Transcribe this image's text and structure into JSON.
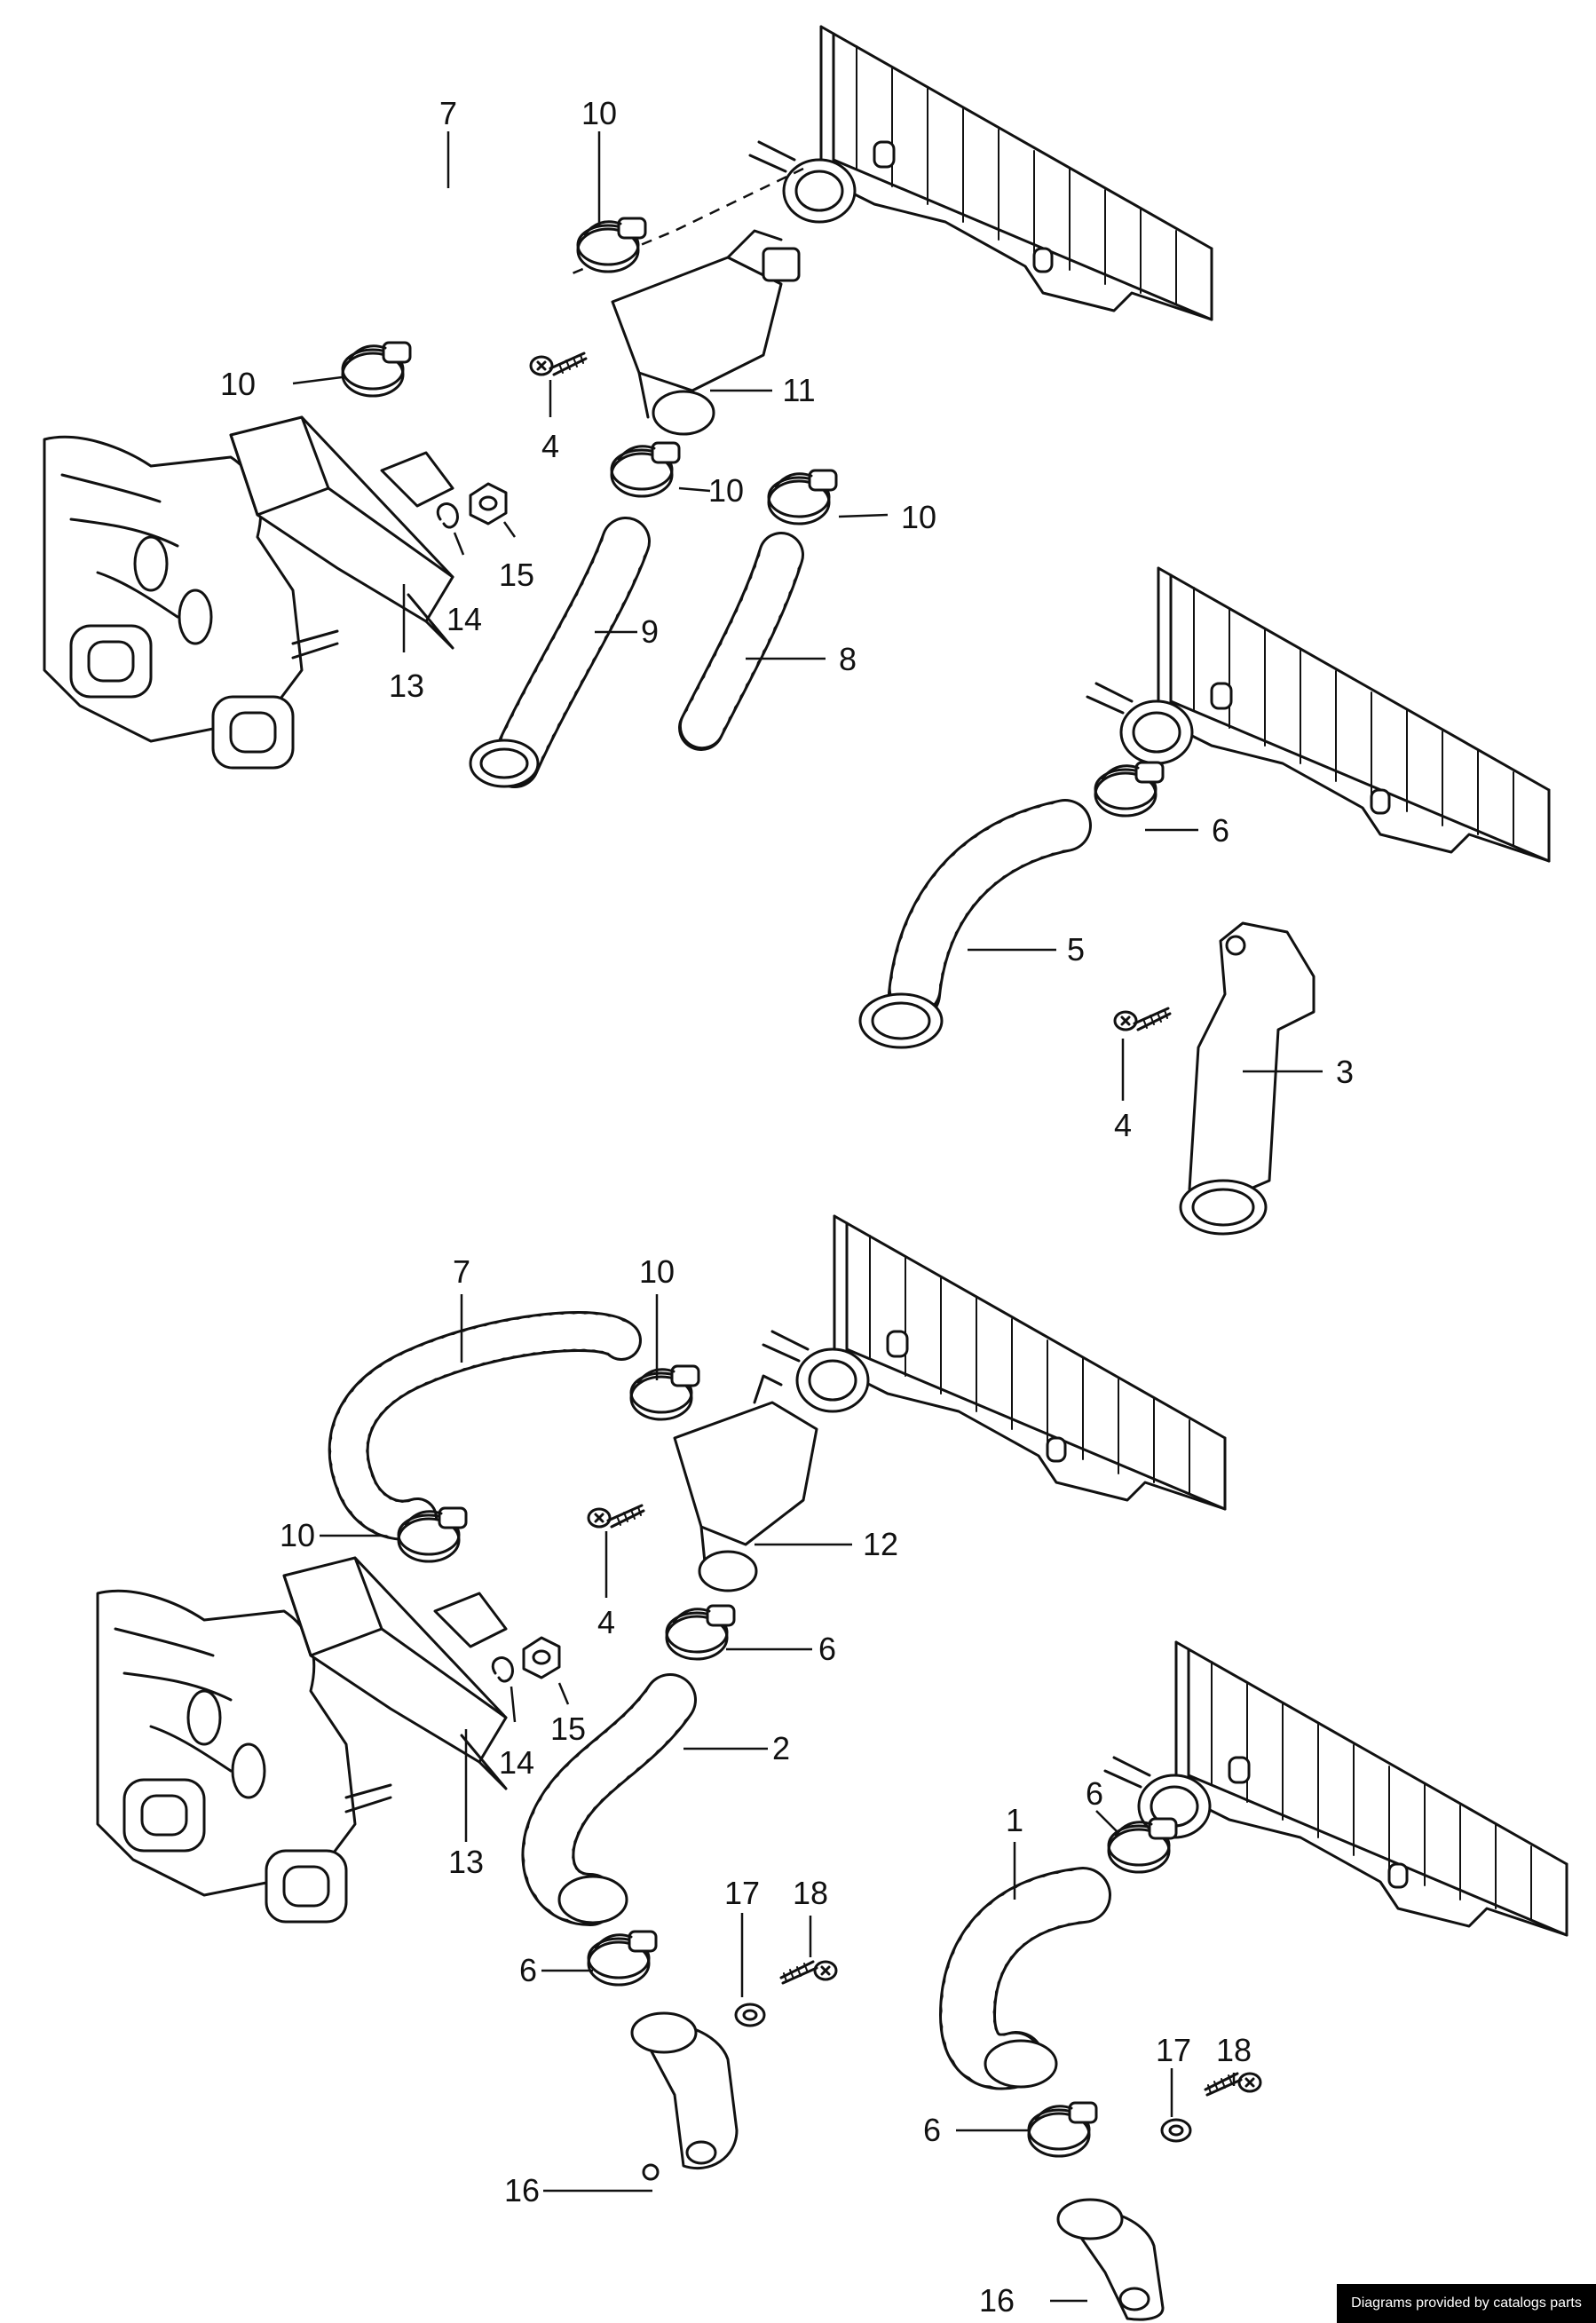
{
  "credit": "Diagrams provided by catalogs parts",
  "labels": {
    "l7a": "7",
    "l10a": "10",
    "l10b": "10",
    "l11": "11",
    "l4a": "4",
    "l10c": "10",
    "l10d": "10",
    "l15a": "15",
    "l14a": "14",
    "l13a": "13",
    "l9": "9",
    "l8": "8",
    "l6a": "6",
    "l5": "5",
    "l3": "3",
    "l4b": "4",
    "l7b": "7",
    "l10e": "10",
    "l10f": "10",
    "l12": "12",
    "l4c": "4",
    "l6b": "6",
    "l15b": "15",
    "l14b": "14",
    "l13b": "13",
    "l2": "2",
    "l17a": "17",
    "l18a": "18",
    "l6c": "6",
    "l16a": "16",
    "l1": "1",
    "l6d": "6",
    "l17b": "17",
    "l18b": "18",
    "l6e": "6",
    "l16b": "16"
  }
}
